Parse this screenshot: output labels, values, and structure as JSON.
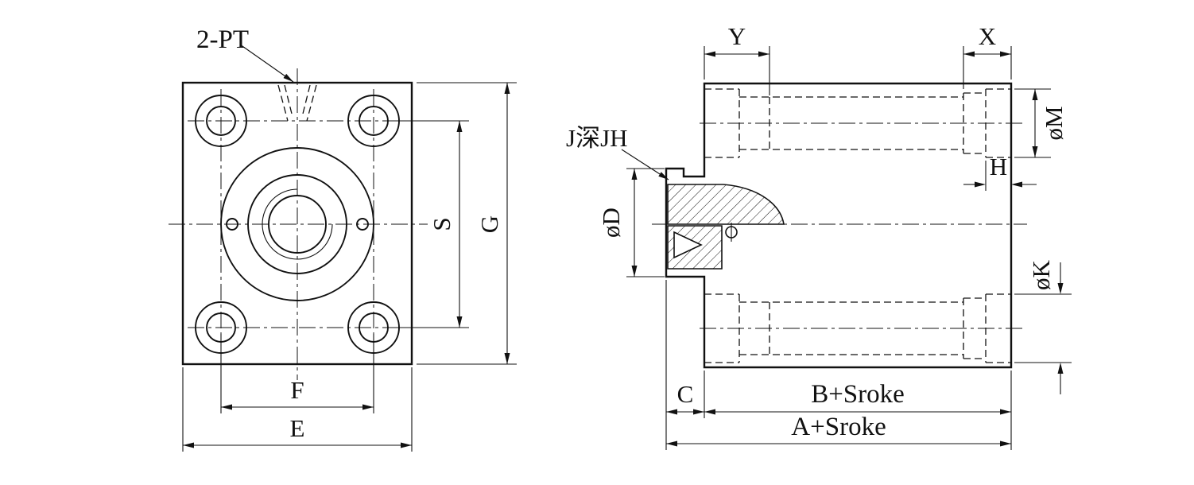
{
  "drawing": {
    "colors": {
      "line": "#111111",
      "background": "#ffffff"
    },
    "front_view": {
      "port_note": "2-PT",
      "dims": {
        "bolt_spacing_h": "F",
        "overall_width": "E",
        "bolt_spacing_v": "S",
        "overall_height": "G"
      }
    },
    "side_view": {
      "depth_note": "J深JH",
      "dims": {
        "counterbore_left": "Y",
        "counterbore_right": "X",
        "hole_dia": "øM",
        "step_depth": "H",
        "cbore_dia": "øK",
        "boss_dia": "øD",
        "cover_width": "C",
        "body_length": "B+Sroke",
        "overall_length": "A+Sroke"
      }
    }
  }
}
